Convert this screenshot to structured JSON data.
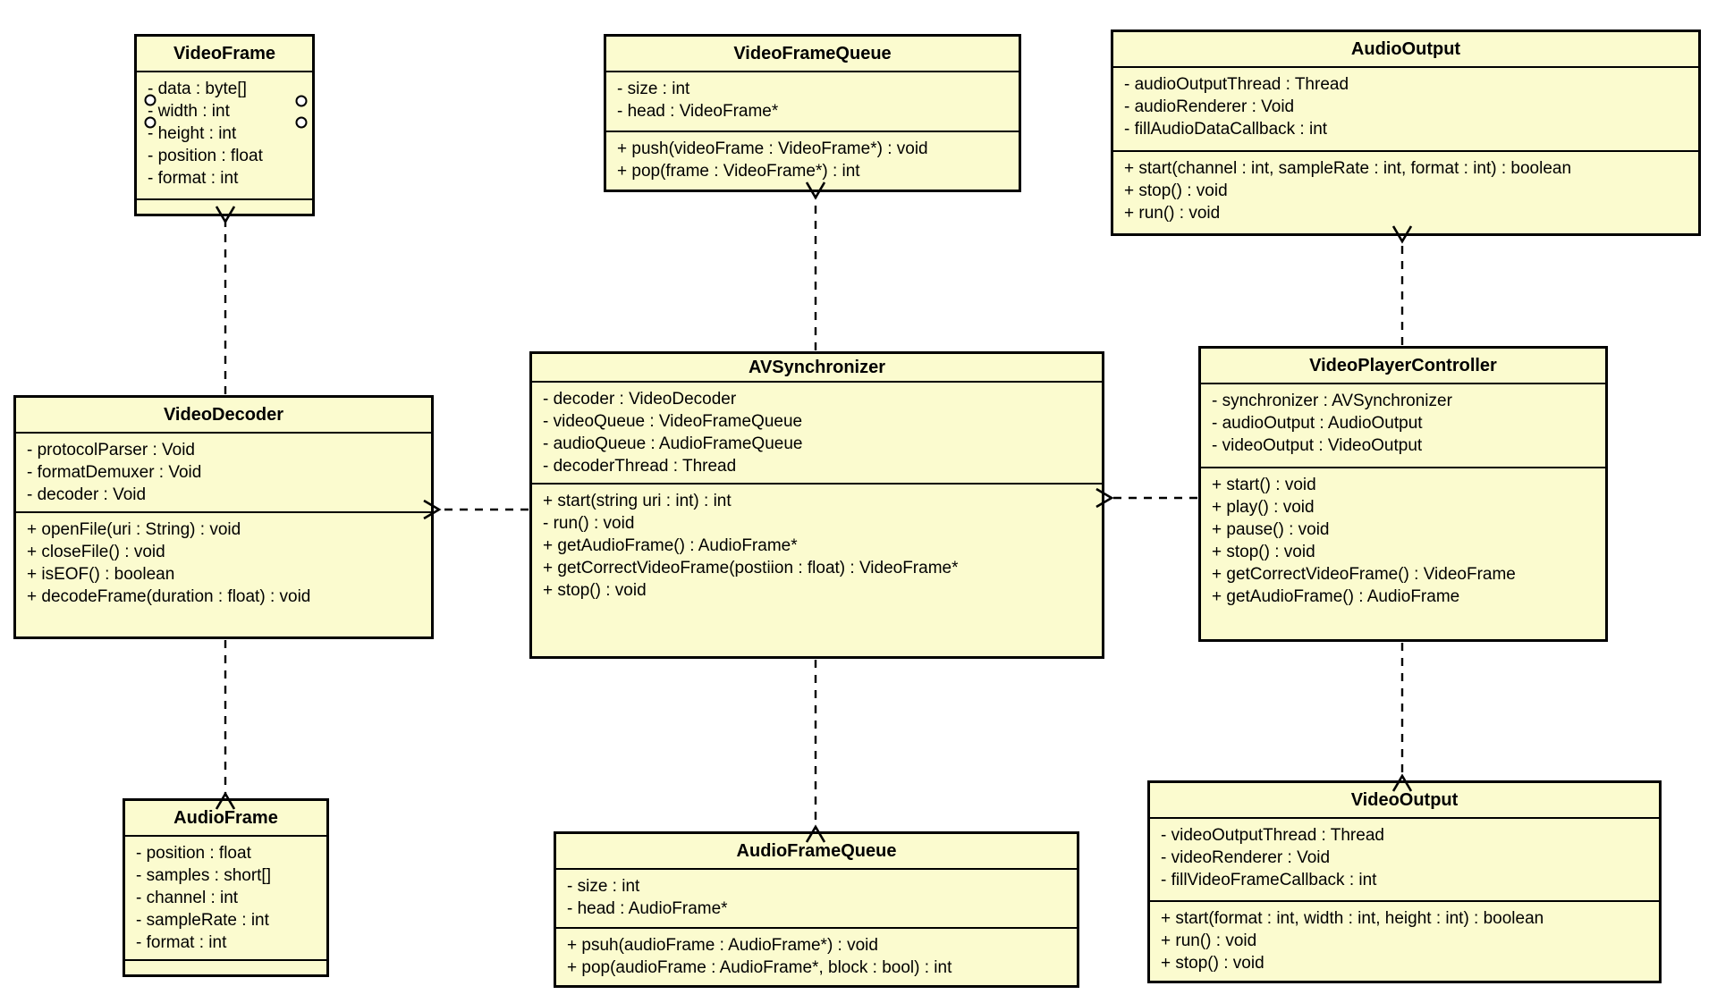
{
  "classes": {
    "video_frame": {
      "name": "VideoFrame",
      "attributes": [
        "- data : byte[]",
        "- width : int",
        "- height : int",
        "- position : float",
        "- format : int"
      ],
      "methods": []
    },
    "video_frame_queue": {
      "name": "VideoFrameQueue",
      "attributes": [
        "- size : int",
        "- head : VideoFrame*"
      ],
      "methods": [
        "+ push(videoFrame : VideoFrame*) : void",
        "+ pop(frame : VideoFrame*) : int"
      ]
    },
    "audio_output": {
      "name": "AudioOutput",
      "attributes": [
        "- audioOutputThread : Thread",
        "- audioRenderer : Void",
        "- fillAudioDataCallback : int"
      ],
      "methods": [
        "+ start(channel : int, sampleRate : int, format : int) : boolean",
        "+ stop() : void",
        "+ run() : void"
      ]
    },
    "video_decoder": {
      "name": "VideoDecoder",
      "attributes": [
        "- protocolParser : Void",
        "- formatDemuxer : Void",
        "- decoder : Void"
      ],
      "methods": [
        "+ openFile(uri : String) : void",
        "+ closeFile() : void",
        "+ isEOF() : boolean",
        "+ decodeFrame(duration : float) : void"
      ]
    },
    "av_synchronizer": {
      "name": "AVSynchronizer",
      "attributes": [
        "- decoder : VideoDecoder",
        "- videoQueue : VideoFrameQueue",
        "- audioQueue : AudioFrameQueue",
        "- decoderThread : Thread"
      ],
      "methods": [
        "+ start(string uri : int) : int",
        "- run() : void",
        "+ getAudioFrame() : AudioFrame*",
        "+ getCorrectVideoFrame(postiion : float) : VideoFrame*",
        "+ stop() : void"
      ]
    },
    "video_player_controller": {
      "name": "VideoPlayerController",
      "attributes": [
        "- synchronizer : AVSynchronizer",
        "- audioOutput : AudioOutput",
        "- videoOutput : VideoOutput"
      ],
      "methods": [
        "+ start() : void",
        "+ play() : void",
        "+ pause() : void",
        "+ stop() : void",
        "+ getCorrectVideoFrame() : VideoFrame",
        "+ getAudioFrame() : AudioFrame"
      ]
    },
    "audio_frame": {
      "name": "AudioFrame",
      "attributes": [
        "- position : float",
        "- samples : short[]",
        "- channel : int",
        "- sampleRate : int",
        "- format : int"
      ],
      "methods": []
    },
    "audio_frame_queue": {
      "name": "AudioFrameQueue",
      "attributes": [
        "- size : int",
        "- head : AudioFrame*"
      ],
      "methods": [
        "+ psuh(audioFrame : AudioFrame*) : void",
        "+ pop(audioFrame : AudioFrame*, block : bool) : int"
      ]
    },
    "video_output": {
      "name": "VideoOutput",
      "attributes": [
        "- videoOutputThread : Thread",
        "- videoRenderer : Void",
        "- fillVideoFrameCallback : int"
      ],
      "methods": [
        "+ start(format : int, width : int, height : int) : boolean",
        "+ run() : void",
        "+ stop() : void"
      ]
    }
  },
  "relationships": [
    {
      "from": "VideoDecoder",
      "to": "VideoFrame",
      "type": "dashed dependency arrow"
    },
    {
      "from": "AVSynchronizer",
      "to": "VideoFrameQueue",
      "type": "dashed dependency arrow"
    },
    {
      "from": "VideoPlayerController",
      "to": "AudioOutput",
      "type": "dashed dependency arrow"
    },
    {
      "from": "AVSynchronizer",
      "to": "VideoDecoder",
      "type": "dashed dependency arrow"
    },
    {
      "from": "VideoPlayerController",
      "to": "AVSynchronizer",
      "type": "dashed dependency arrow"
    },
    {
      "from": "VideoDecoder",
      "to": "AudioFrame",
      "type": "dashed dependency arrow"
    },
    {
      "from": "AVSynchronizer",
      "to": "AudioFrameQueue",
      "type": "dashed dependency arrow"
    },
    {
      "from": "VideoPlayerController",
      "to": "VideoOutput",
      "type": "dashed dependency arrow"
    }
  ],
  "colors": {
    "class_fill": "#FBFBCF",
    "class_border": "#000000",
    "background": "#FFFFFF"
  }
}
